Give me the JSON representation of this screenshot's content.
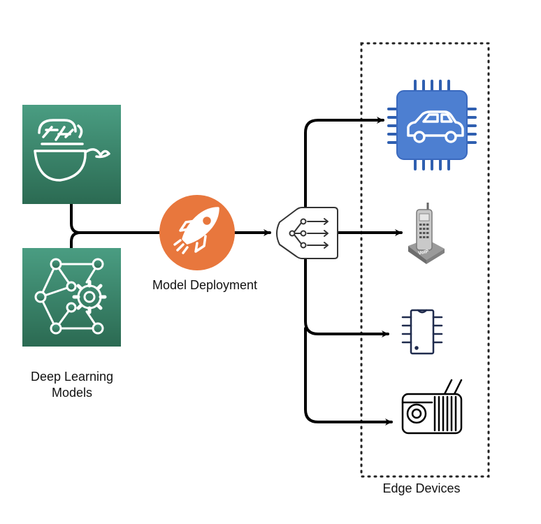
{
  "labels": {
    "models_line1": "Deep Learning",
    "models_line2": "Models",
    "deployment": "Model Deployment",
    "edge_devices": "Edge Devices"
  },
  "device_text": {
    "voip": "VoIP"
  },
  "icons": {
    "docker_model": "docker-whale-icon",
    "neural_network": "neural-network-gear-icon",
    "deployment": "rocket-icon",
    "router": "api-router-icon",
    "car_chip": "car-chip-icon",
    "voip_phone": "voip-phone-icon",
    "microchip": "microchip-icon",
    "camera": "camera-radio-icon"
  },
  "colors": {
    "model_green_top": "#4a9d82",
    "model_green_bottom": "#2b6a52",
    "deploy_orange": "#e8773d",
    "chip_blue": "#4d7fd1",
    "chip_blue_dark": "#2f5fb0",
    "connector": "#000000"
  }
}
